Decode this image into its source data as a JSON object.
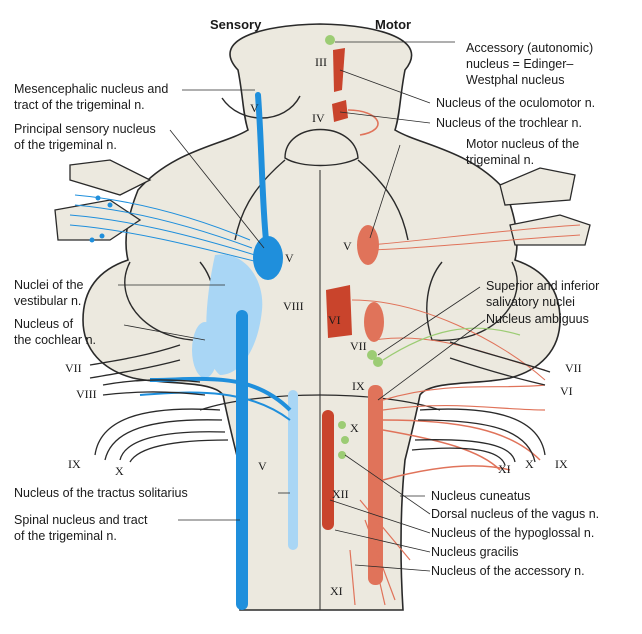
{
  "headers": {
    "sensory": "Sensory",
    "motor": "Motor"
  },
  "left_labels": [
    "Mesencephalic nucleus and",
    "tract of the trigeminal n.",
    "Principal sensory nucleus",
    "of the trigeminal n.",
    "Nuclei of the",
    "vestibular n.",
    "Nucleus of",
    "the cochlear n.",
    "Nucleus of the tractus solitarius",
    "Spinal nucleus and tract",
    "of the trigeminal n."
  ],
  "right_labels": [
    "Accessory (autonomic)",
    "nucleus = Edinger–",
    "Westphal nucleus",
    "Nucleus of the oculomotor n.",
    "Nucleus of the trochlear n.",
    "Motor nucleus of the",
    "trigeminal n.",
    "Superior and inferior",
    "salivatory nuclei",
    "Nucleus ambiguus",
    "Nucleus cuneatus",
    "Dorsal nucleus of the vagus n.",
    "Nucleus of the hypoglossal n.",
    "Nucleus gracilis",
    "Nucleus of the accessory n."
  ],
  "numerals": {
    "III": "III",
    "IV": "IV",
    "V": "V",
    "VI": "VI",
    "VII": "VII",
    "VIII": "VIII",
    "IX": "IX",
    "X": "X",
    "XI": "XI",
    "XII": "XII"
  },
  "colors": {
    "sensory": "#1f8fdc",
    "sensory_light": "#a9d6f5",
    "motor": "#e0735a",
    "motor_dark": "#c9442c",
    "autonomic": "#9ccc74",
    "brainstem": "#ece9df",
    "outline": "#2a2a2a"
  }
}
